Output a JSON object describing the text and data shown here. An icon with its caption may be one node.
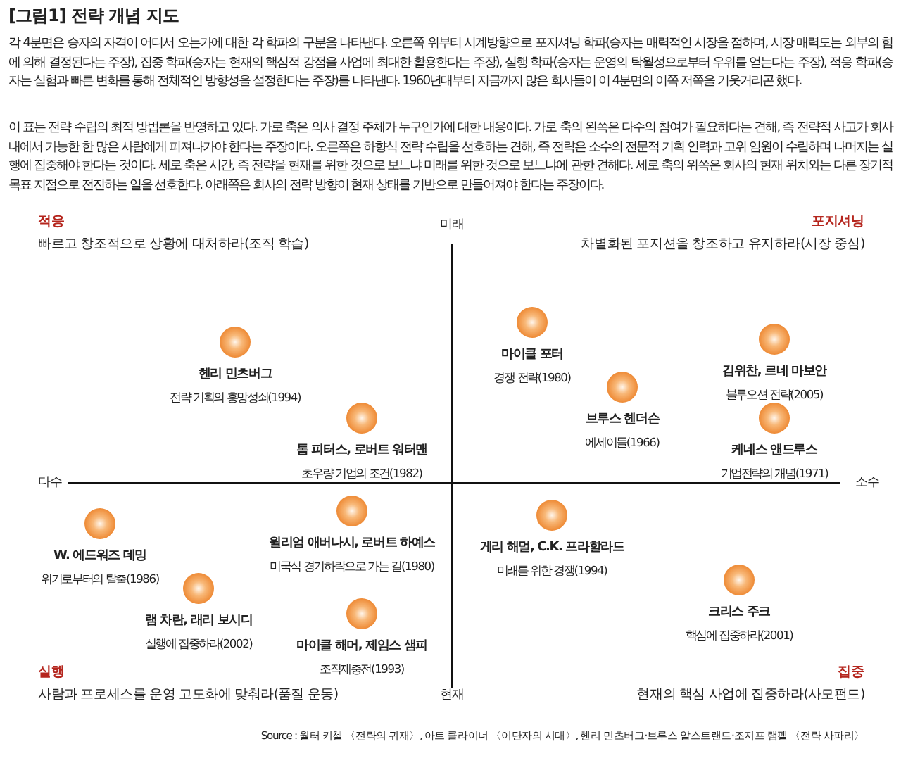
{
  "diagram": {
    "title": "[그림1] 전략 개념 지도",
    "nodes": [
      {
        "text": [
          "헨리 민츠버그",
          "전략 기획의 흥망성쇠(1994)"
        ]
      },
      {
        "text": [
          "마이클 포터",
          "경쟁 전략(1980)"
        ]
      },
      {
        "text": [
          "김위찬, 르네 마보안",
          "블루오션 전략(2005)"
        ]
      },
      {
        "text": [
          "브루스 헨더슨",
          "에세이들(1966)"
        ]
      },
      {
        "text": [
          "톰 피터스, 로버트 워터맨",
          "초우량 기업의 조건(1982)"
        ]
      },
      {
        "text": [
          "케네스 앤드루스",
          "기업전략의 개념(1971)"
        ]
      },
      {
        "text": [
          "윌리엄 애버나시, 로버트 하예스",
          "미국식 경기하락으로 가는 길(1980)"
        ]
      },
      {
        "text": [
          "게리 해멀, C.K. 프라할라드",
          "미래를 위한 경쟁(1994)"
        ]
      },
      {
        "text": [
          "W. 에드워즈 데밍",
          "위기로부터의 탈출(1986)"
        ]
      },
      {
        "text": [
          "크리스 주크",
          "핵심에 집중하라(2001)"
        ]
      },
      {
        "text": [
          "램 차란, 래리 보시디",
          "실행에 집중하라(2002)"
        ]
      },
      {
        "text": [
          "마이클 해머, 제임스 샘피",
          "조직재충전(1993)"
        ]
      }
    ],
    "labels": [
      "각 4분면은 승자의 자격이 어디서 오는가에 대한 각 학파의 구분을 나타낸다. 오른쪽 위부터 시계방향으로 포지셔닝 학파(승자는 매력적인 시장을 점하며, 시장 매력도는 외부의 힘에 의해 결정된다는 주장), 집중 학파(승자는 현재의 핵심적 강점을 사업에 최대한 활용한다는 주장), 실행 학파(승자는 운영의 탁월성으로부터 우위를 얻는다는 주장), 적응 학파(승자는 실험과 빠른 변화를 통해 전체적인 방향성을 설정한다는 주장)를 나타낸다. 1960년대부터 지금까지 많은 회사들이 이 4분면의 이쪽 저쪽을 기웃거리곤 했다.",
      "이 표는 전략 수립의 최적 방법론을 반영하고 있다. 가로 축은 의사 결정 주체가 누구인가에 대한 내용이다. 가로 축의 왼쪽은 다수의 참여가 필요하다는 견해, 즉 전략적 사고가 회사 내에서 가능한 한 많은 사람에게 퍼져나가야 한다는 주장이다. 오른쪽은 하향식 전략 수립을 선호하는 견해, 즉 전략은 소수의 전문적 기획 인력과 고위 임원이 수립하며 나머지는 실행에 집중해야 한다는 것이다. 세로 축은 시간, 즉 전략을 현재를 위한 것으로 보느냐 미래를 위한 것으로 보느냐에 관한 견해다. 세로 축의 위쪽은 회사의 현재 위치와는 다른 장기적 목표 지점으로 전진하는 일을 선호한다. 아래쪽은 회사의 전략 방향이 현재 상태를 기반으로 만들어져야 한다는 주장이다.",
      "적응",
      "빠르고 창조적으로 상황에 대처하라(조직 학습)",
      "미래",
      "포지셔닝",
      "차별화된 포지션을 창조하고 유지하라(시장 중심)",
      "다수",
      "소수",
      "실행",
      "사람과 프로세스를 운영 고도화에 맞춰라(품질 운동)",
      "현재",
      "집중",
      "현재의 핵심 사업에 집중하라(사모펀드)",
      "Source : 월터 키첼 〈전략의 귀재〉, 아트 클라이너 〈이단자의 시대〉, 헨리 민츠버그·브루스 알스트랜드·조지프 램펠 〈전략 사파리〉"
    ]
  }
}
